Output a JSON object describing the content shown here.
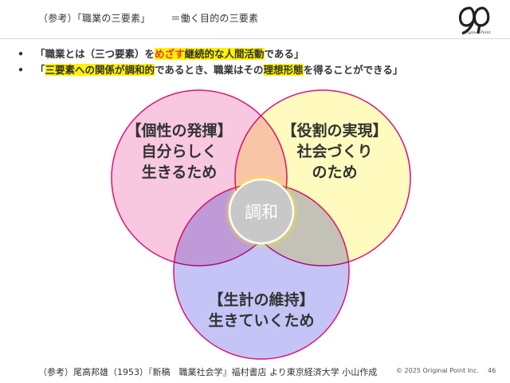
{
  "header": {
    "prefix": "（参考）「職業の三要素」",
    "suffix": "＝働く目的の三要素"
  },
  "logo": {
    "name": "original-point-logo",
    "subtitle": "Original Point"
  },
  "bullets": {
    "marker": "•",
    "line1": {
      "part1": "「職業とは（三つ要素）を",
      "part2": "めざす",
      "part3": "継続的な人間活動",
      "part4": "である」"
    },
    "line2": {
      "part1": "「",
      "part2": "三要素への関係が調和的",
      "part3": "であるとき、職業はその",
      "part4": "理想形態",
      "part5": "を得ることができる」"
    }
  },
  "venn": {
    "left": {
      "line1": "【個性の発揮】",
      "line2": "自分らしく",
      "line3": "生きるため",
      "color": "#f8c8e0"
    },
    "right": {
      "line1": "【役割の実現】",
      "line2": "社会づくり",
      "line3": "のため",
      "color": "#fffab5"
    },
    "bottom": {
      "line1": "【生計の維持】",
      "line2": "生きていくため",
      "color": "#bcbcf5"
    },
    "center": {
      "label": "調和",
      "color": "#c8c8c8"
    }
  },
  "footer": {
    "reference": "（参考）尾高邦雄（1953）『新稿　職業社会学』福村書店 より東京経済大学 小山作成",
    "copyright": "© 2025 Original Point Inc.",
    "page": "46"
  },
  "colors": {
    "highlight": "#fff200",
    "accent_red": "#e8363a",
    "circle_stroke": "#e0107a"
  }
}
